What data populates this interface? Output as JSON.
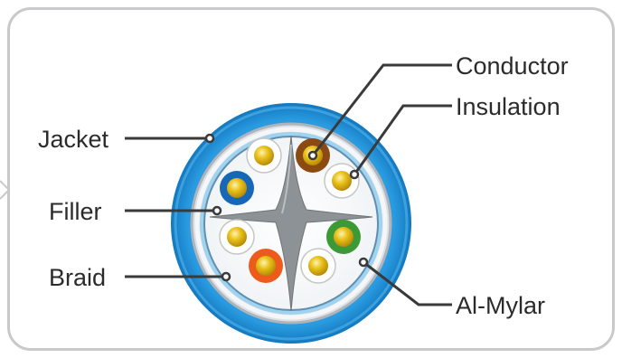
{
  "labels": {
    "conductor": "Conductor",
    "insulation": "Insulation",
    "jacket": "Jacket",
    "filler": "Filler",
    "braid": "Braid",
    "al_mylar": "Al-Mylar"
  },
  "colors": {
    "jacket": "#1e8fd6",
    "jacket_highlight": "#4fb0ea",
    "shield": "#c8ccd2",
    "mylar": "#9fd3ef",
    "filler": "#8c9296",
    "pair_gold": "#e3b80f",
    "pair_brown": "#8a4a12",
    "pair_blue": "#1667b8",
    "pair_green": "#3b9a35",
    "pair_orange": "#ec5b1c",
    "leader_line": "#3a3a3a",
    "frame": "#c9c9cb"
  }
}
